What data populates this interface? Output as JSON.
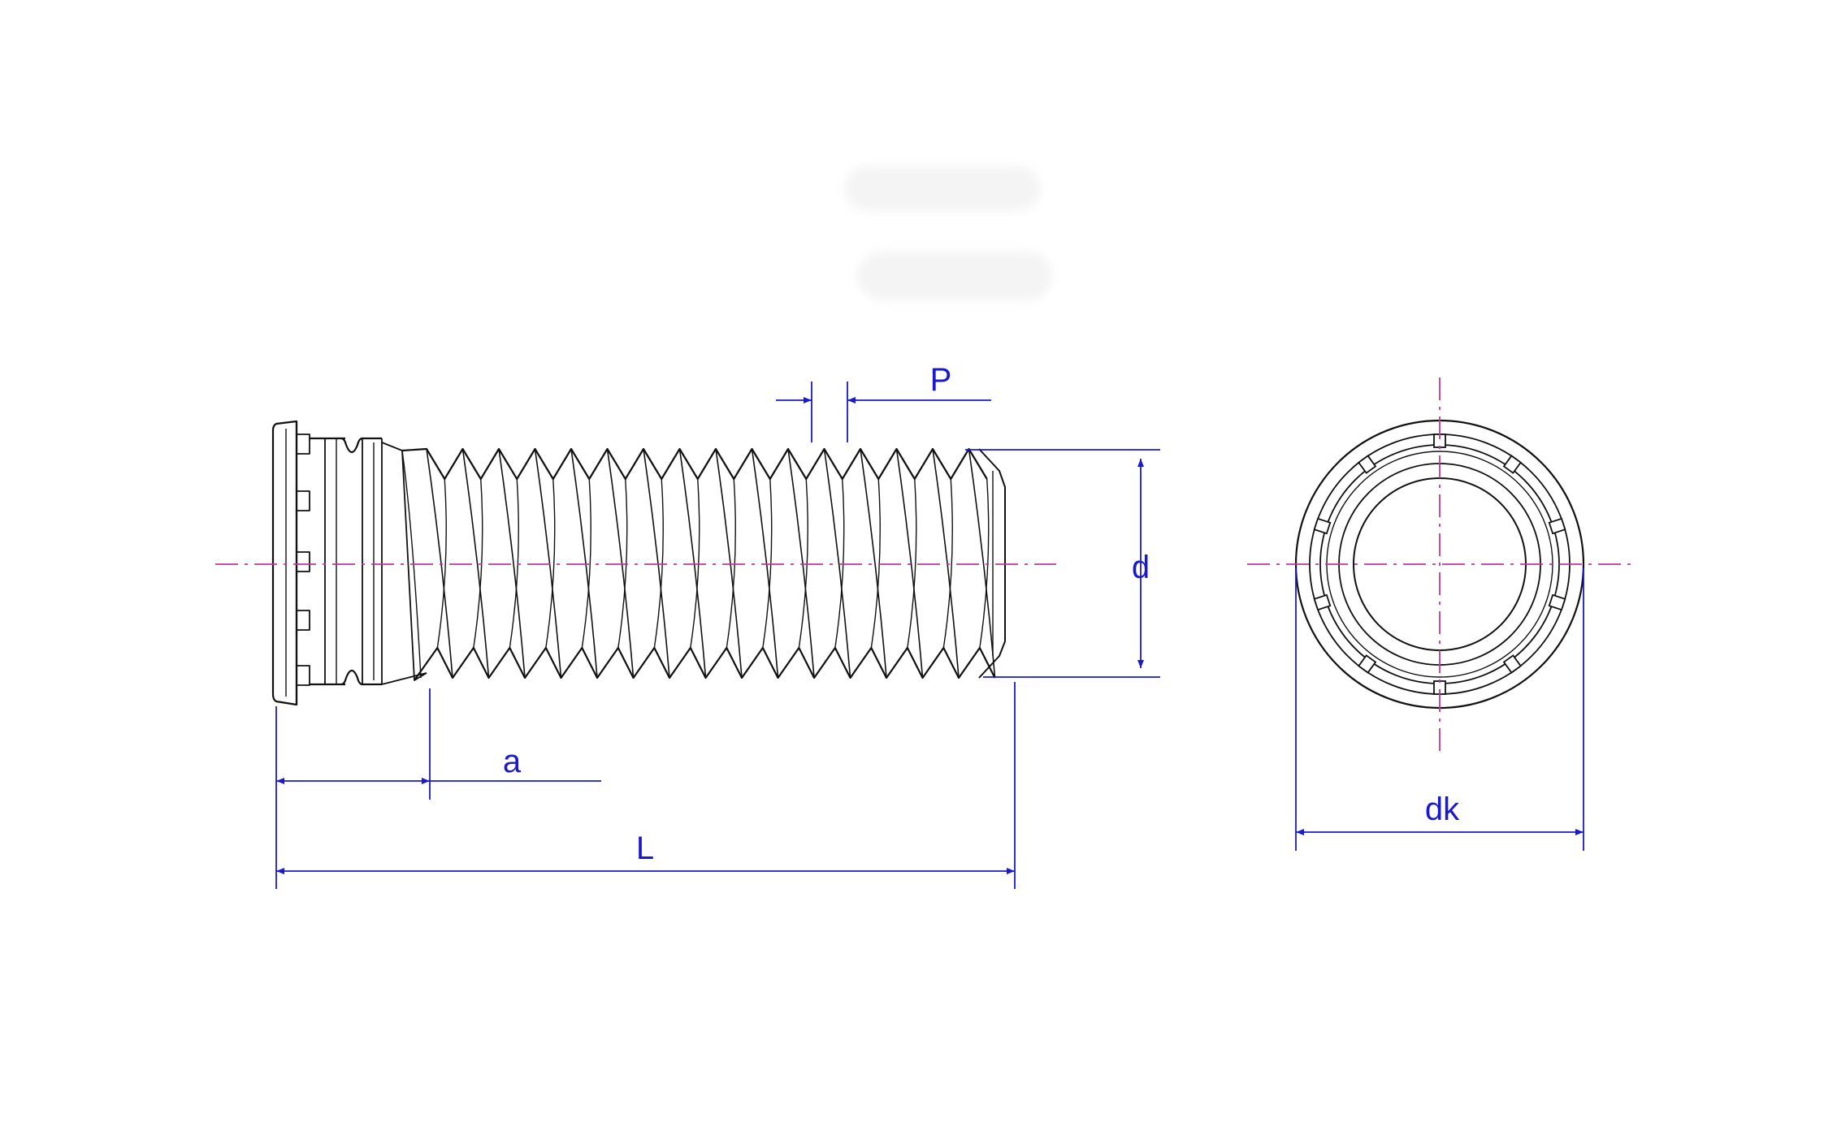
{
  "drawing": {
    "labels": {
      "pitch": "P",
      "thread_diameter": "d",
      "head_length": "a",
      "total_length": "L",
      "head_diameter": "dk"
    },
    "colors": {
      "outline": "#111111",
      "dimension": "#1a1acc",
      "centerline": "#c0389a",
      "background": "#ffffff"
    }
  }
}
